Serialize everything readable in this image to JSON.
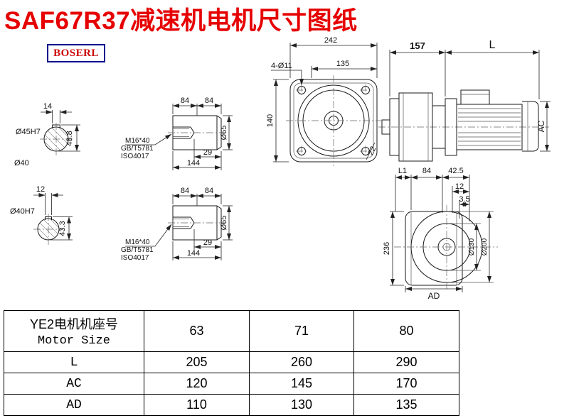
{
  "title": "SAF67R37减速机电机尺寸图纸",
  "logo": "BOSERL",
  "views": {
    "se1": {
      "key_w": "14",
      "dia": "Ø45H7",
      "depth": "48.8",
      "dia2": "Ø40"
    },
    "se2": {
      "key_w": "12",
      "dia": "Ø40H7",
      "depth": "43.3"
    },
    "sh1": {
      "a": "84",
      "b": "84",
      "thread": "M16*40",
      "gb": "GB/T5781",
      "iso": "ISO4017",
      "c": "29",
      "len": "144",
      "dia": "Ø65"
    },
    "sh2": {
      "a": "84",
      "b": "84",
      "thread": "M16*40",
      "gb": "GB/T5781",
      "iso": "ISO4017",
      "c": "29",
      "len": "144",
      "dia": "Ø65"
    },
    "front": {
      "w": "242",
      "bolt": "135",
      "holes": "4-Ø11",
      "h": "140",
      "ch": "22"
    },
    "side": {
      "a": "157",
      "b": "L",
      "ac": "AC"
    },
    "out": {
      "l1": "L1",
      "a": "84",
      "b": "42.5",
      "c": "12",
      "d": "3.5",
      "h": "236",
      "d1": "Ø130",
      "d2": "Ø200",
      "ad": "AD"
    }
  },
  "table": {
    "header": {
      "label_cn": "YE2电机机座号",
      "label_en": "Motor Size",
      "sizes": [
        "63",
        "71",
        "80"
      ]
    },
    "rows": [
      {
        "name": "L",
        "values": [
          "205",
          "260",
          "290"
        ]
      },
      {
        "name": "AC",
        "values": [
          "120",
          "145",
          "170"
        ]
      },
      {
        "name": "AD",
        "values": [
          "110",
          "130",
          "135"
        ]
      }
    ]
  },
  "colors": {
    "title": "#e60000",
    "logo_border": "#00008c",
    "logo_text": "#cc0000",
    "line": "#1a1a1a"
  }
}
